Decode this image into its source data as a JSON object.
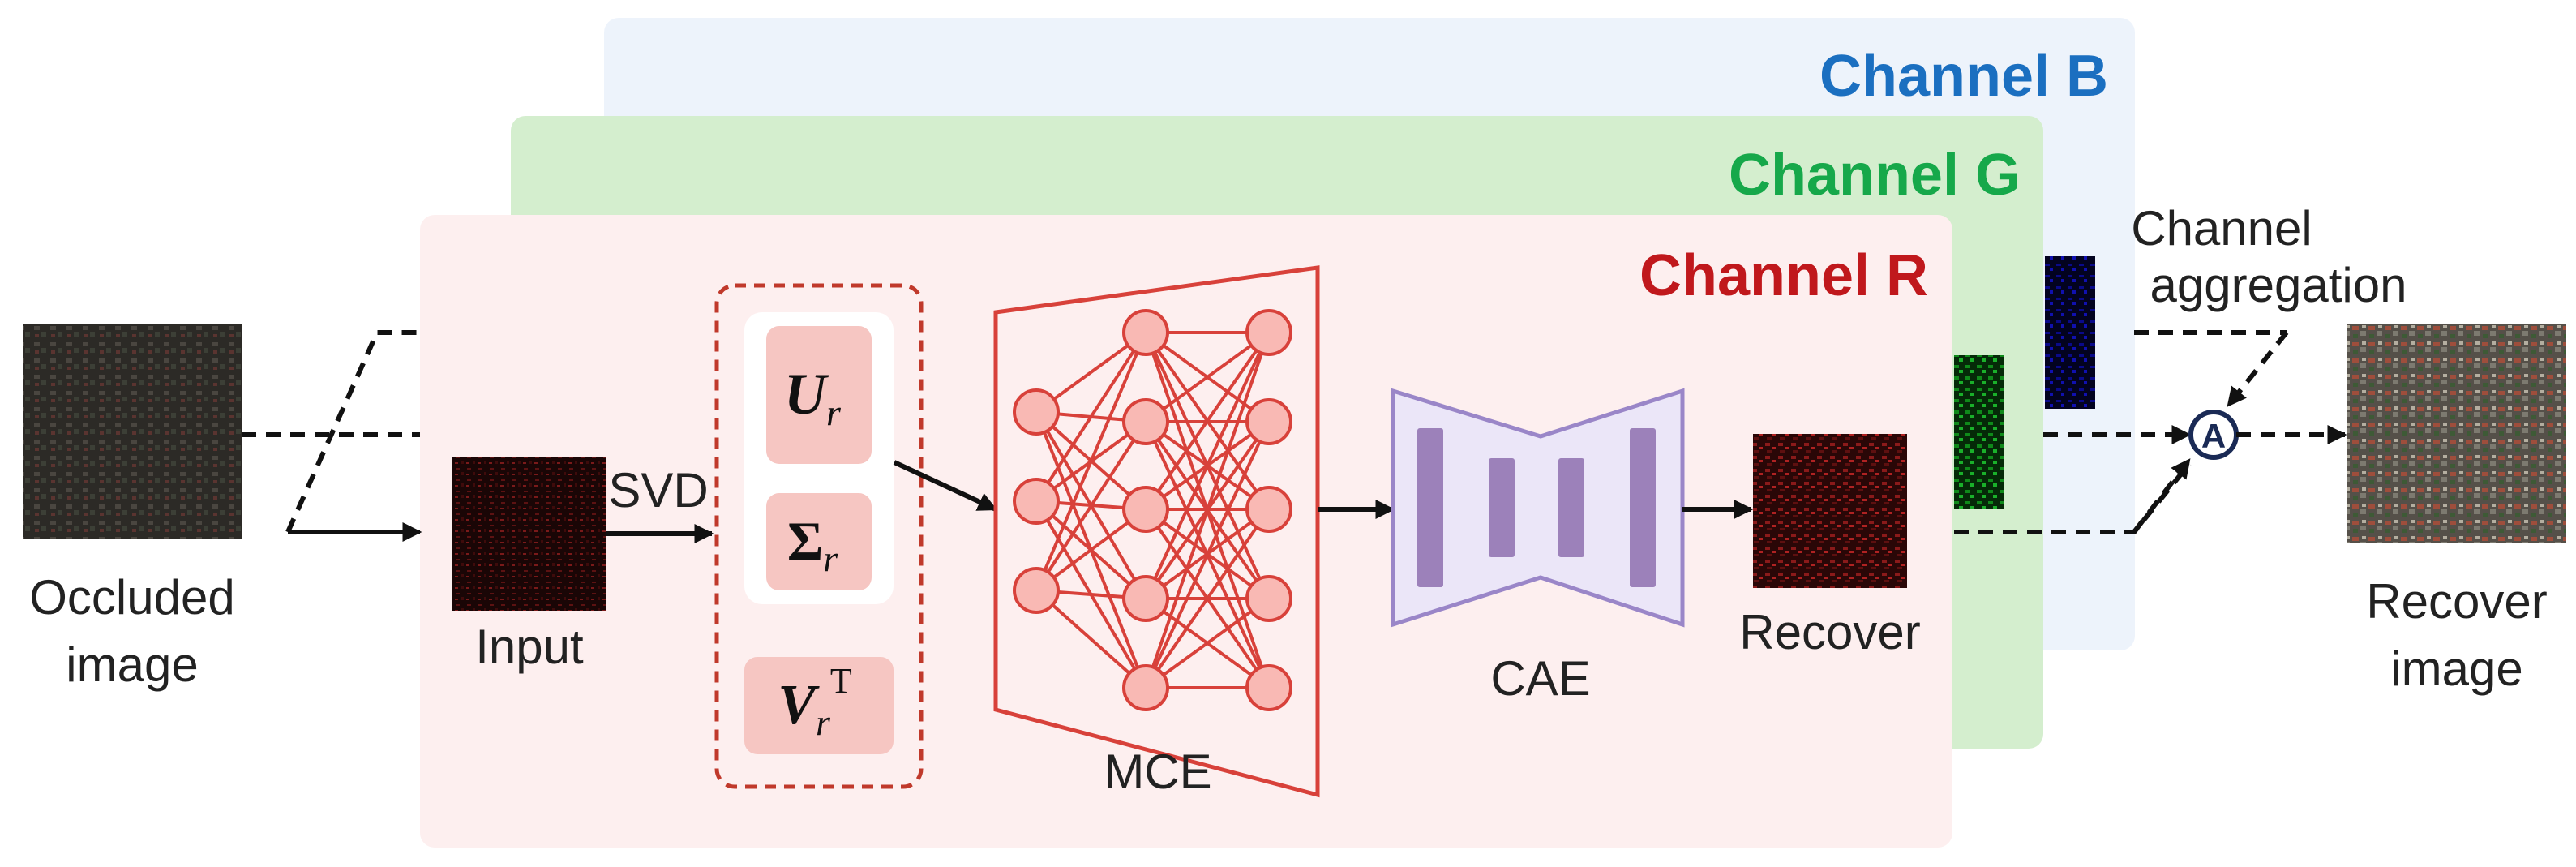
{
  "channels": {
    "b": {
      "title": "Channel B",
      "color": "#1b6fc0",
      "bg": "#edf3fb"
    },
    "g": {
      "title": "Channel G",
      "color": "#16a84a",
      "bg": "#d4eece"
    },
    "r": {
      "title": "Channel R",
      "color": "#c0181c",
      "bg": "#fdefef"
    }
  },
  "labels": {
    "occluded_line1": "Occluded",
    "occluded_line2": "image",
    "input": "Input",
    "svd": "SVD",
    "mce": "MCE",
    "cae": "CAE",
    "recover": "Recover",
    "aggregation_line1": "Channel",
    "aggregation_line2": "aggregation",
    "recover_image_line1": "Recover",
    "recover_image_line2": "image",
    "aggregation_symbol": "A"
  },
  "svd_components": {
    "u": {
      "base": "U",
      "sub": "r",
      "sup": ""
    },
    "sigma": {
      "base": "Σ",
      "sub": "r",
      "sup": ""
    },
    "v": {
      "base": "V",
      "sub": "r",
      "sup": "T"
    }
  },
  "colors": {
    "network_red": "#d8413a",
    "node_fill": "#f9b9b4",
    "cae_stroke": "#9a86c8",
    "cae_fill": "#ebe6f8",
    "cae_bar": "#9c81ba",
    "svd_box_fill": "#f6c6c2",
    "arrow": "#111111"
  }
}
